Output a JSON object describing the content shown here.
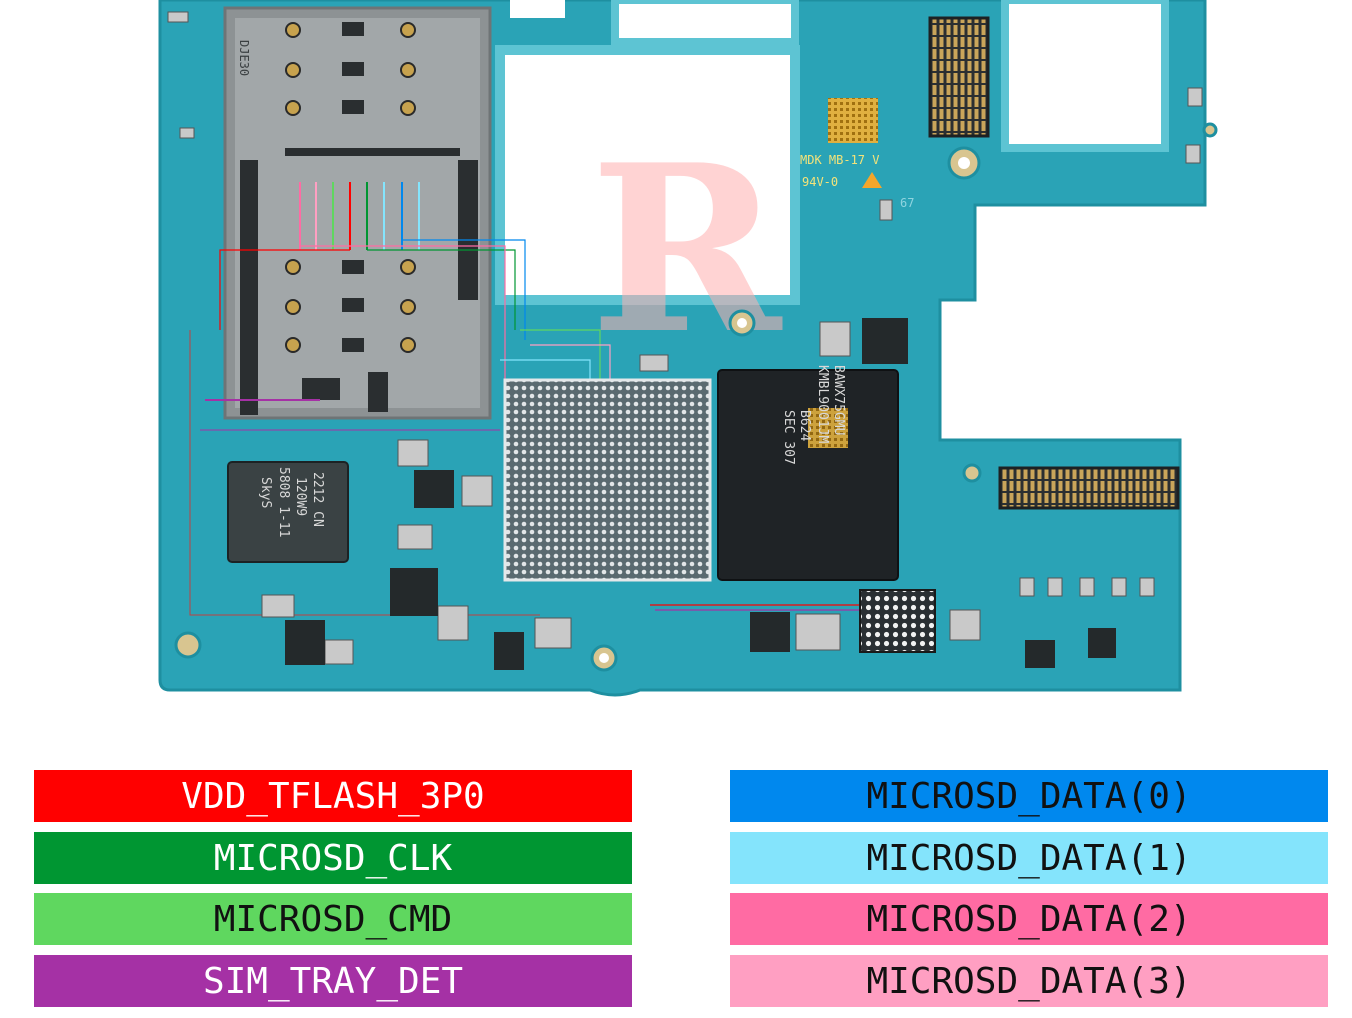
{
  "board": {
    "silkscreen": {
      "model_line1": "MDK MB-17 V",
      "model_line2": "94V-0",
      "code": "67"
    },
    "chips": {
      "pa_chip": [
        "SkyS",
        "5808 1-11",
        "120W9",
        "2212 CN"
      ],
      "memory_chip": [
        "SEC 307",
        "B624",
        "KMBL9001JM",
        "BAWX75GMU"
      ]
    },
    "watermark_letter": "R"
  },
  "legend": {
    "left": [
      {
        "label": "VDD_TFLASH_3P0",
        "color": "#ff0000",
        "text_color": "light"
      },
      {
        "label": "MICROSD_CLK",
        "color": "#009632",
        "text_color": "light"
      },
      {
        "label": "MICROSD_CMD",
        "color": "#5fd75f",
        "text_color": "dark"
      },
      {
        "label": "SIM_TRAY_DET",
        "color": "#a531a5",
        "text_color": "light"
      }
    ],
    "right": [
      {
        "label": "MICROSD_DATA(0)",
        "color": "#0088ee",
        "text_color": "dark"
      },
      {
        "label": "MICROSD_DATA(1)",
        "color": "#84e4fc",
        "text_color": "dark"
      },
      {
        "label": "MICROSD_DATA(2)",
        "color": "#ff6ba3",
        "text_color": "dark"
      },
      {
        "label": "MICROSD_DATA(3)",
        "color": "#ff9fc2",
        "text_color": "dark"
      }
    ]
  }
}
